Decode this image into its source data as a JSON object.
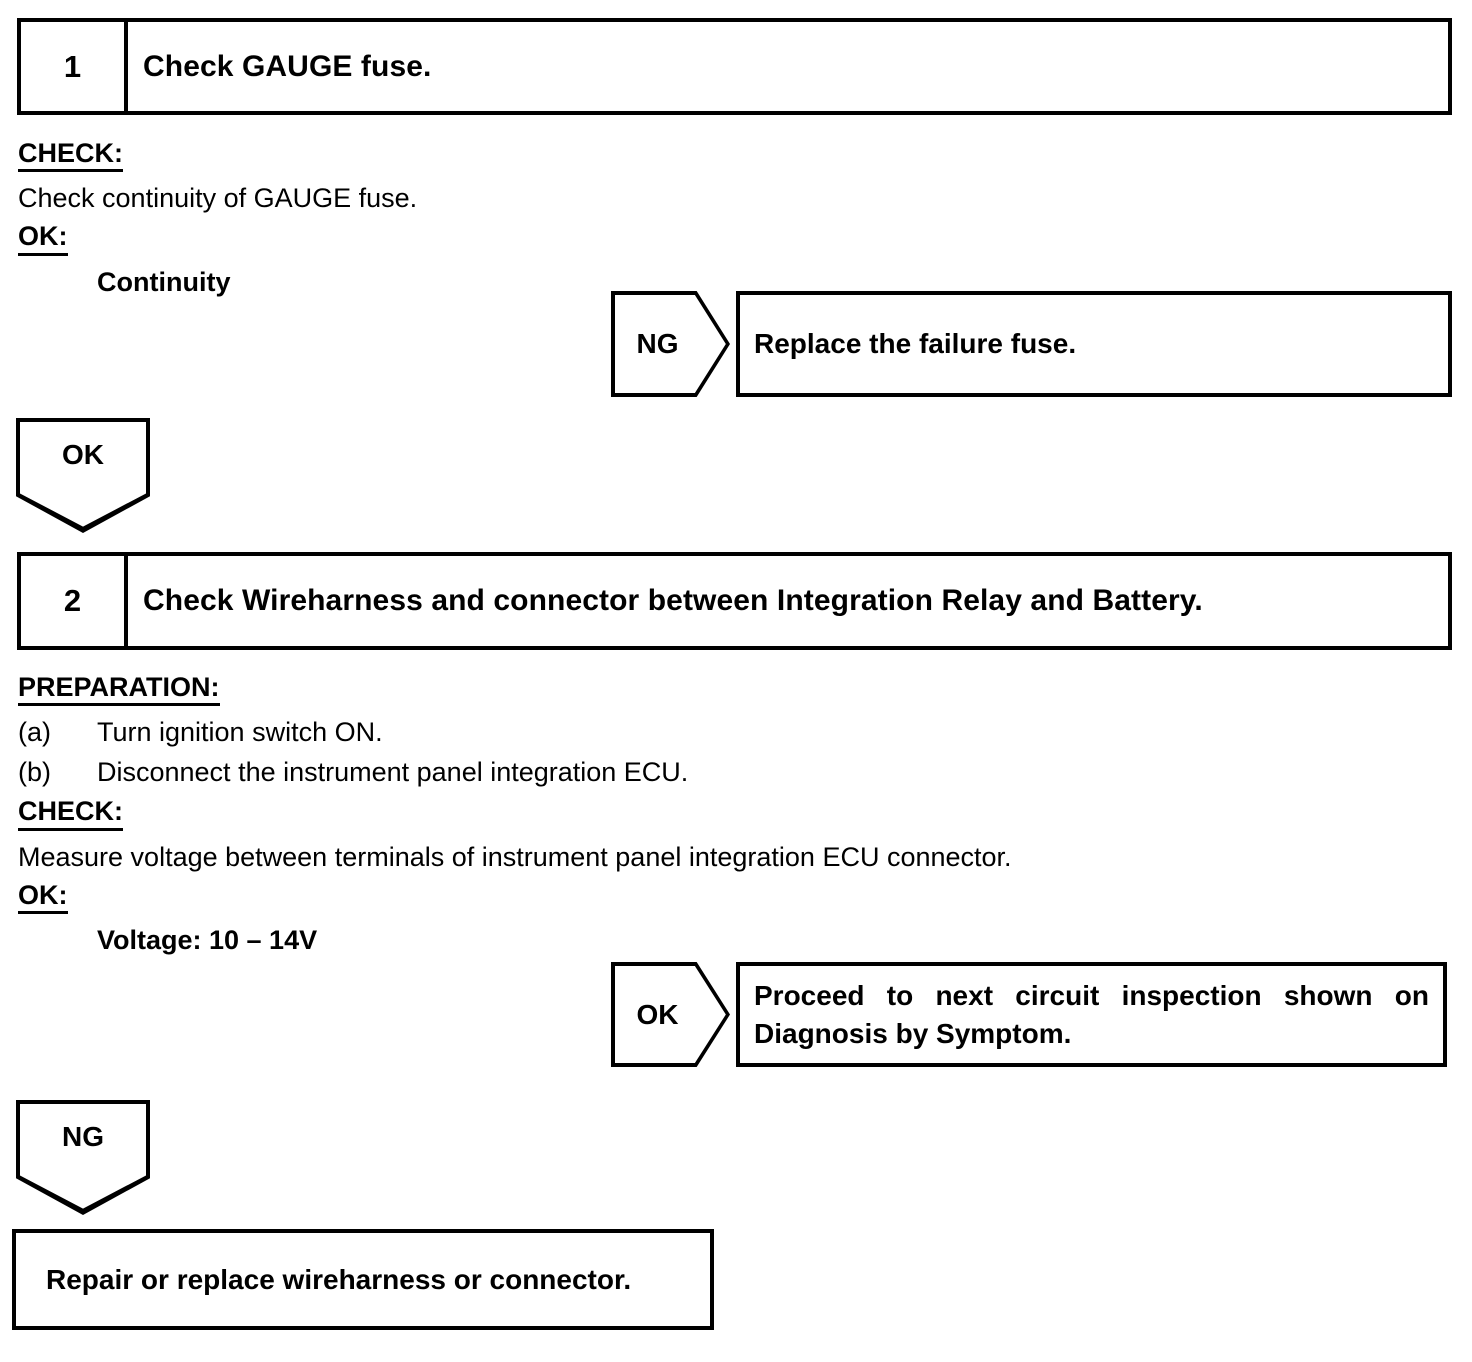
{
  "steps": [
    {
      "number": "1",
      "title": "Check GAUGE fuse.",
      "check_label": "CHECK:",
      "check_text": "Check continuity of GAUGE fuse.",
      "ok_label": "OK:",
      "ok_spec": "Continuity"
    },
    {
      "number": "2",
      "title": "Check Wireharness and connector between Integration Relay and Battery.",
      "preparation_label": "PREPARATION:",
      "preparation_items": [
        {
          "tag": "(a)",
          "text": "Turn ignition switch ON."
        },
        {
          "tag": "(b)",
          "text": "Disconnect the instrument panel integration ECU."
        }
      ],
      "check_label": "CHECK:",
      "check_text": "Measure voltage between terminals of instrument panel integration ECU connector.",
      "ok_label": "OK:",
      "ok_spec": "Voltage: 10 – 14V"
    }
  ],
  "results": {
    "step1_ng": {
      "tag": "NG",
      "text": "Replace the failure fuse."
    },
    "step1_ok_connector": {
      "tag": "OK"
    },
    "step2_ok": {
      "tag": "OK",
      "text": "Proceed to next circuit inspection shown on Diagnosis by Symptom."
    },
    "step2_ng_connector": {
      "tag": "NG"
    },
    "final": {
      "text": "Repair or replace wireharness or connector."
    }
  },
  "colors": {
    "line": "#000000",
    "background": "#ffffff",
    "text": "#000000"
  }
}
